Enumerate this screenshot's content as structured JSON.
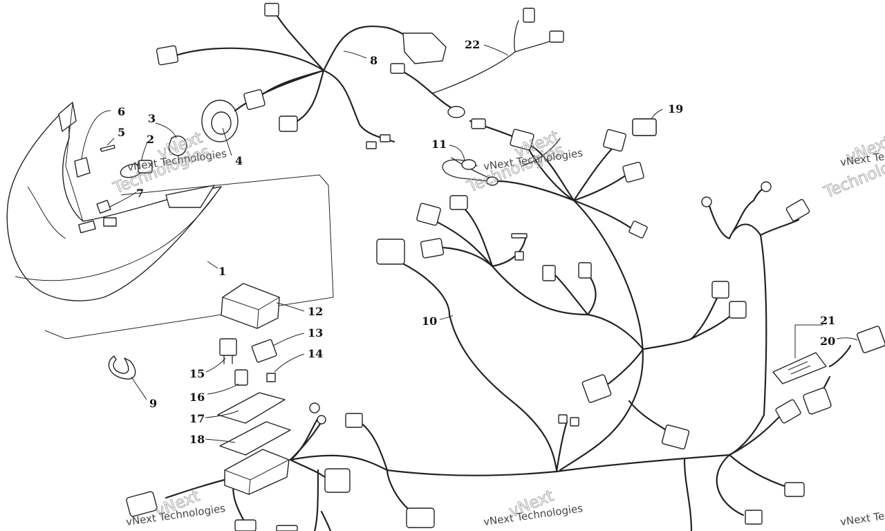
{
  "callouts": [
    {
      "num": "1"
    },
    {
      "num": "2"
    },
    {
      "num": "3"
    },
    {
      "num": "4"
    },
    {
      "num": "5"
    },
    {
      "num": "6"
    },
    {
      "num": "7"
    },
    {
      "num": "8"
    },
    {
      "num": "9"
    },
    {
      "num": "10"
    },
    {
      "num": "11"
    },
    {
      "num": "12"
    },
    {
      "num": "13"
    },
    {
      "num": "14"
    },
    {
      "num": "15"
    },
    {
      "num": "16"
    },
    {
      "num": "17"
    },
    {
      "num": "18"
    },
    {
      "num": "19"
    },
    {
      "num": "20"
    },
    {
      "num": "21"
    },
    {
      "num": "22"
    }
  ],
  "watermark": {
    "line1": "vNext Technologies",
    "line2": "vNext",
    "line3": "Technologies"
  }
}
